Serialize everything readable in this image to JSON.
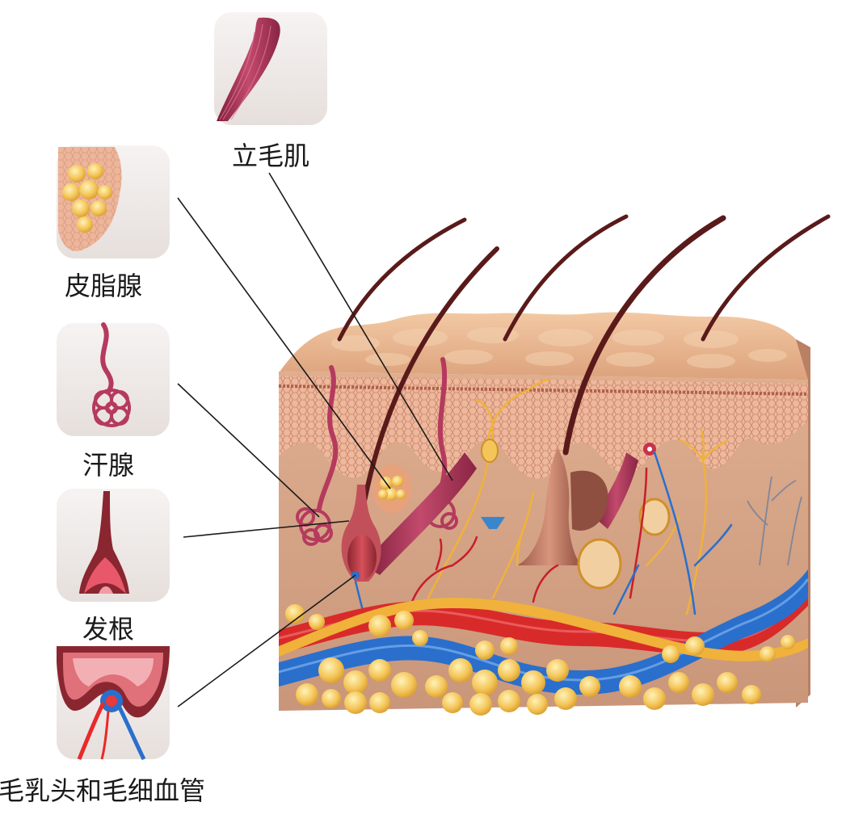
{
  "labels": {
    "arrector_pili": "立毛肌",
    "sebaceous_gland": "皮脂腺",
    "sweat_gland": "汗腺",
    "hair_root": "发根",
    "papilla_capillaries": "毛乳头和毛细血管"
  },
  "icons": [
    "arrector-pili-muscle-icon",
    "sebaceous-gland-icon",
    "sweat-gland-icon",
    "hair-root-icon",
    "dermal-papilla-icon"
  ],
  "colors": {
    "skin_surface": "#e7b893",
    "epidermis": "#e9a98c",
    "dermis": "#d7a88a",
    "muscle": "#b13a5d",
    "hair": "#5a1a1a",
    "artery": "#d92a2a",
    "vein": "#2a6fcc",
    "nerve": "#f0b23a",
    "fat": "#f3c25a"
  }
}
